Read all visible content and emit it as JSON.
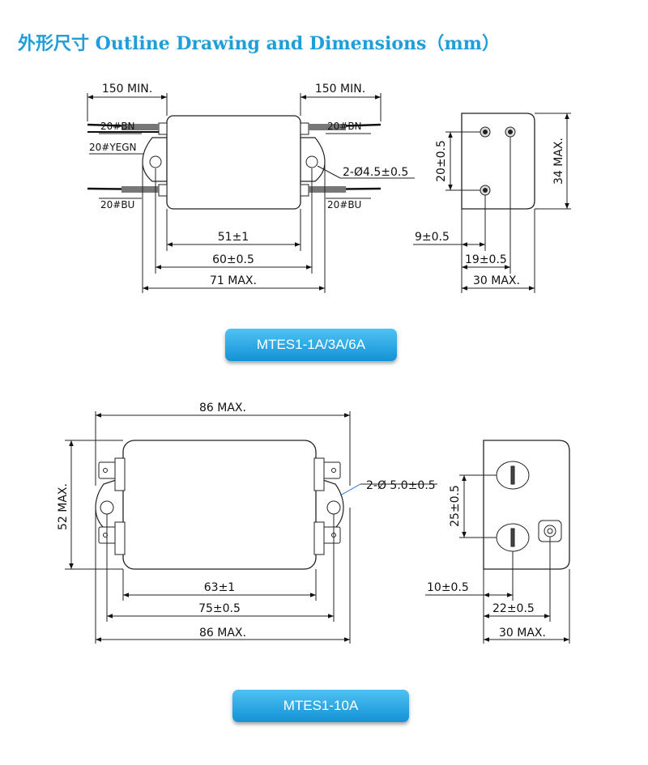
{
  "title": "外形尺寸 Outline Drawing and Dimensions（mm）",
  "d1": {
    "wire_top_left": "150 MIN.",
    "wire_top_right": "150 MIN.",
    "bn_left": "20#BN",
    "yegn_left": "20#YEGN",
    "bu_left": "20#BU",
    "bn_right": "20#BN",
    "bu_right": "20#BU",
    "hole": "2-Ø4.5±0.5",
    "d51": "51±1",
    "d60": "60±0.5",
    "d71": "71 MAX.",
    "side_20": "20±0.5",
    "side_34": "34 MAX.",
    "side_9": "9±0.5",
    "side_19": "19±0.5",
    "side_30": "30 MAX.",
    "badge": "MTES1-1A/3A/6A"
  },
  "d2": {
    "top_86": "86 MAX.",
    "left_52": "52 MAX.",
    "hole": "2-Ø 5.0±0.5",
    "d63": "63±1",
    "d75": "75±0.5",
    "d86": "86 MAX.",
    "side_25": "25±0.5",
    "side_10": "10±0.5",
    "side_22": "22±0.5",
    "side_30": "30 MAX.",
    "badge": "MTES1-10A"
  }
}
